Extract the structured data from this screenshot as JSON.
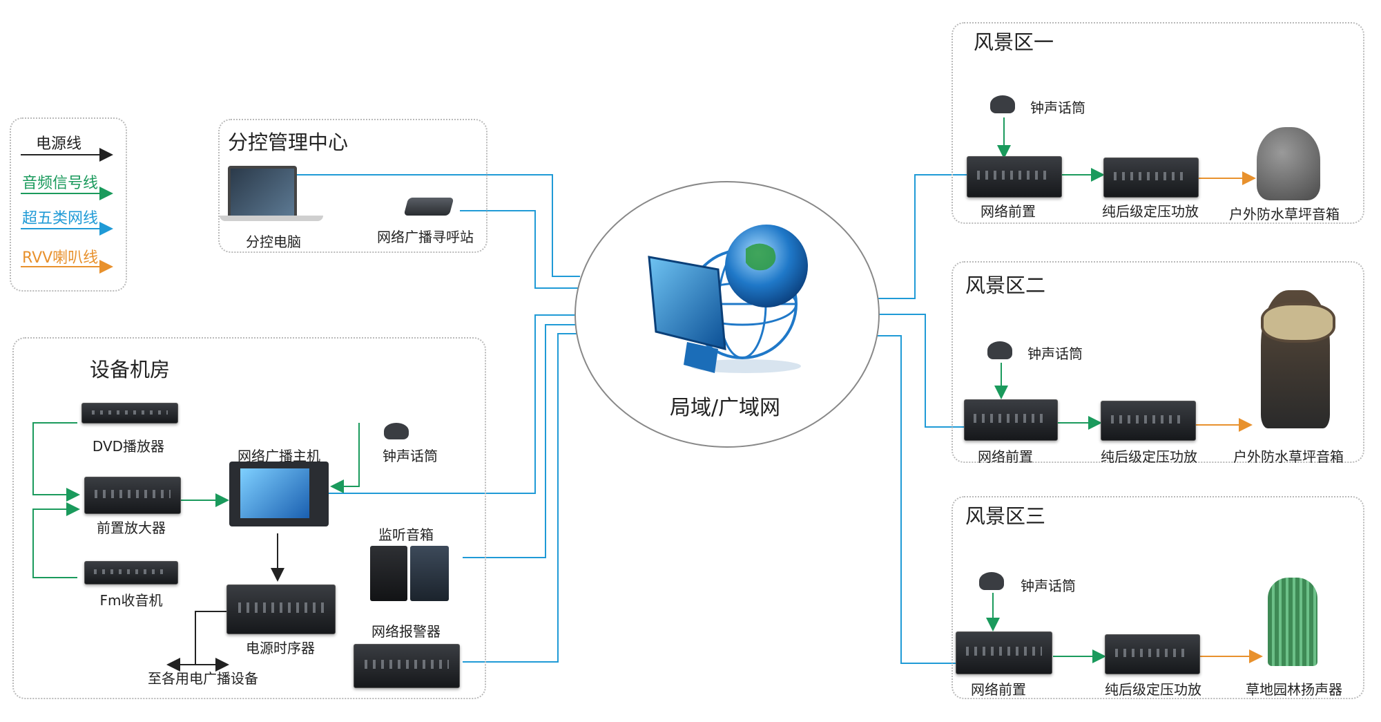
{
  "legend": [
    {
      "label": "电源线",
      "color": "#222222"
    },
    {
      "label": "音频信号线",
      "color": "#1a9a5c"
    },
    {
      "label": "超五类网线",
      "color": "#1f9ad6"
    },
    {
      "label": "RVV喇叭线",
      "color": "#e8912d"
    }
  ],
  "control_center": {
    "title": "分控管理中心",
    "pc": "分控电脑",
    "paging": "网络广播寻呼站"
  },
  "equipment_room": {
    "title": "设备机房",
    "dvd": "DVD播放器",
    "preamp": "前置放大器",
    "fm": "Fm收音机",
    "host": "网络广播主机",
    "mic": "钟声话筒",
    "monitor": "监听音箱",
    "alarm": "网络报警器",
    "sequencer": "电源时序器",
    "other": "至各用电广播设备"
  },
  "network": {
    "label": "局域/广域网"
  },
  "zones": [
    {
      "title": "风景区一",
      "mic": "钟声话筒",
      "front": "网络前置",
      "amp": "纯后级定压功放",
      "speaker": "户外防水草坪音箱"
    },
    {
      "title": "风景区二",
      "mic": "钟声话筒",
      "front": "网络前置",
      "amp": "纯后级定压功放",
      "speaker": "户外防水草坪音箱"
    },
    {
      "title": "风景区三",
      "mic": "钟声话筒",
      "front": "网络前置",
      "amp": "纯后级定压功放",
      "speaker": "草地园林扬声器"
    }
  ],
  "colors": {
    "power": "#222222",
    "audio": "#1a9a5c",
    "network": "#1f9ad6",
    "speaker": "#e8912d"
  }
}
